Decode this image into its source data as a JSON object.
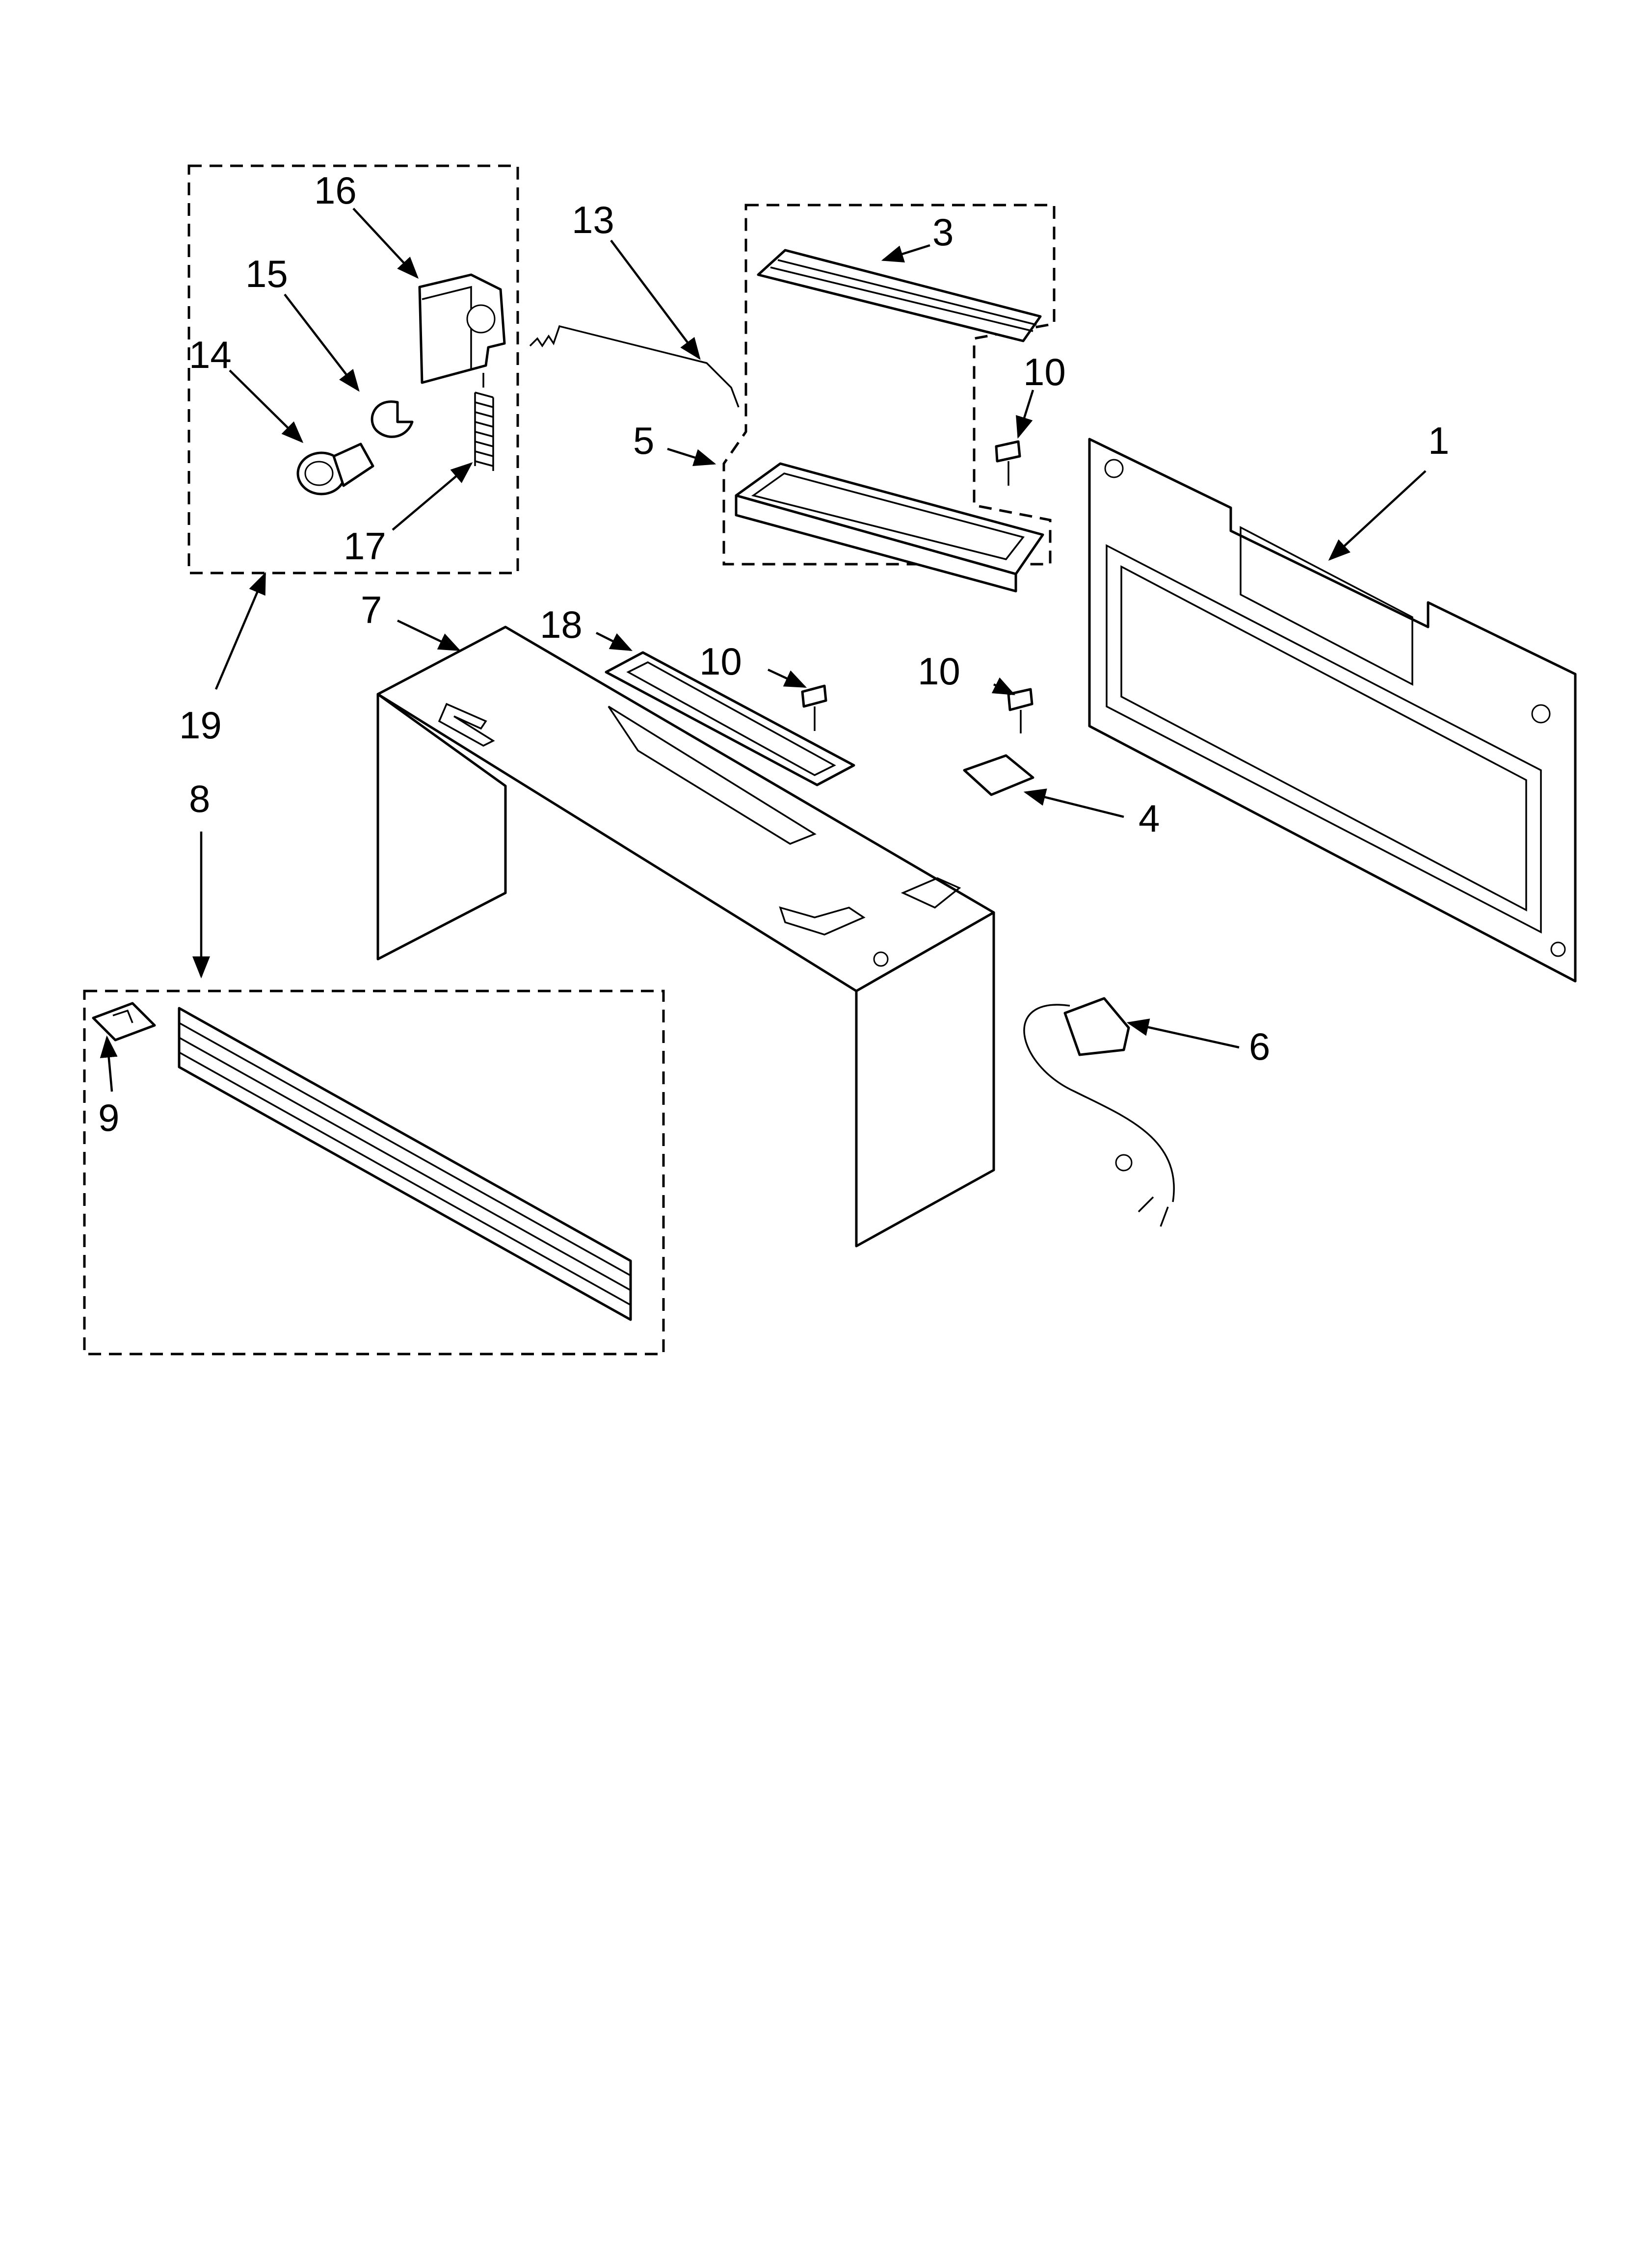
{
  "diagram": {
    "callouts": [
      {
        "id": "c1",
        "text": "1"
      },
      {
        "id": "c3",
        "text": "3"
      },
      {
        "id": "c4",
        "text": "4"
      },
      {
        "id": "c5",
        "text": "5"
      },
      {
        "id": "c6",
        "text": "6"
      },
      {
        "id": "c7",
        "text": "7"
      },
      {
        "id": "c8",
        "text": "8"
      },
      {
        "id": "c9",
        "text": "9"
      },
      {
        "id": "c10a",
        "text": "10"
      },
      {
        "id": "c10b",
        "text": "10"
      },
      {
        "id": "c10c",
        "text": "10"
      },
      {
        "id": "c13",
        "text": "13"
      },
      {
        "id": "c14",
        "text": "14"
      },
      {
        "id": "c15",
        "text": "15"
      },
      {
        "id": "c16",
        "text": "16"
      },
      {
        "id": "c17",
        "text": "17"
      },
      {
        "id": "c18",
        "text": "18"
      },
      {
        "id": "c19",
        "text": "19"
      }
    ]
  }
}
